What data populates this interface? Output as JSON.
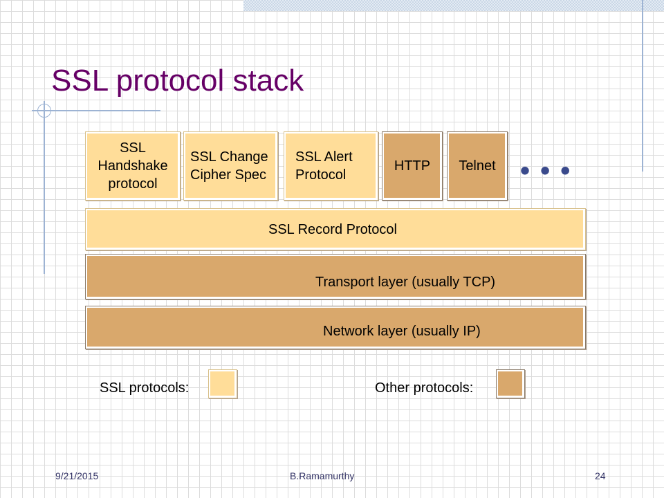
{
  "slide": {
    "title": "SSL protocol stack",
    "footer": {
      "date": "9/21/2015",
      "author": "B.Ramamurthy",
      "page": "24"
    }
  },
  "diagram": {
    "top_row": [
      {
        "label": "SSL\nHandshake\nprotocol",
        "kind": "ssl"
      },
      {
        "label": "SSL Change\nCipher Spec",
        "kind": "ssl"
      },
      {
        "label": "SSL Alert\nProtocol",
        "kind": "ssl"
      },
      {
        "label": "HTTP",
        "kind": "other"
      },
      {
        "label": "Telnet",
        "kind": "other"
      }
    ],
    "ellipsis": "• • •",
    "record_layer": {
      "label": "SSL Record Protocol",
      "kind": "ssl"
    },
    "transport_layer": {
      "label": "Transport layer (usually TCP)",
      "kind": "other"
    },
    "network_layer": {
      "label": "Network layer (usually IP)",
      "kind": "other"
    }
  },
  "legend": {
    "ssl_label": "SSL protocols:",
    "other_label": "Other protocols:"
  },
  "colors": {
    "ssl": "#ffdd99",
    "other": "#d9a86c",
    "title": "#660066"
  }
}
